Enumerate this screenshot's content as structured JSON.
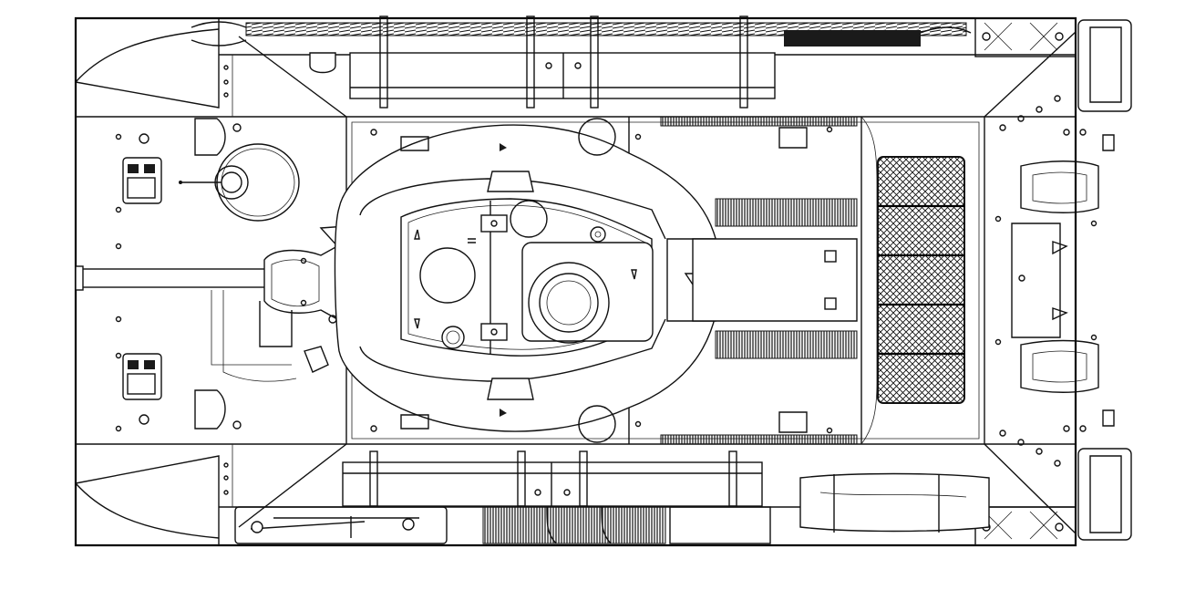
{
  "figure": {
    "subject": "tank-top-view-line-drawing",
    "colors": {
      "ink": "#111111",
      "paper": "#ffffff"
    },
    "components": [
      "hull",
      "turret",
      "gun-barrel",
      "mantlet",
      "commander-hatch",
      "loader-hatch",
      "engine-deck-grille",
      "louvre-panel",
      "stowage-box-left",
      "stowage-box-right",
      "tow-cable",
      "headlight",
      "exhaust-hood",
      "driver-hatch",
      "rear-plate",
      "track-guard"
    ]
  }
}
